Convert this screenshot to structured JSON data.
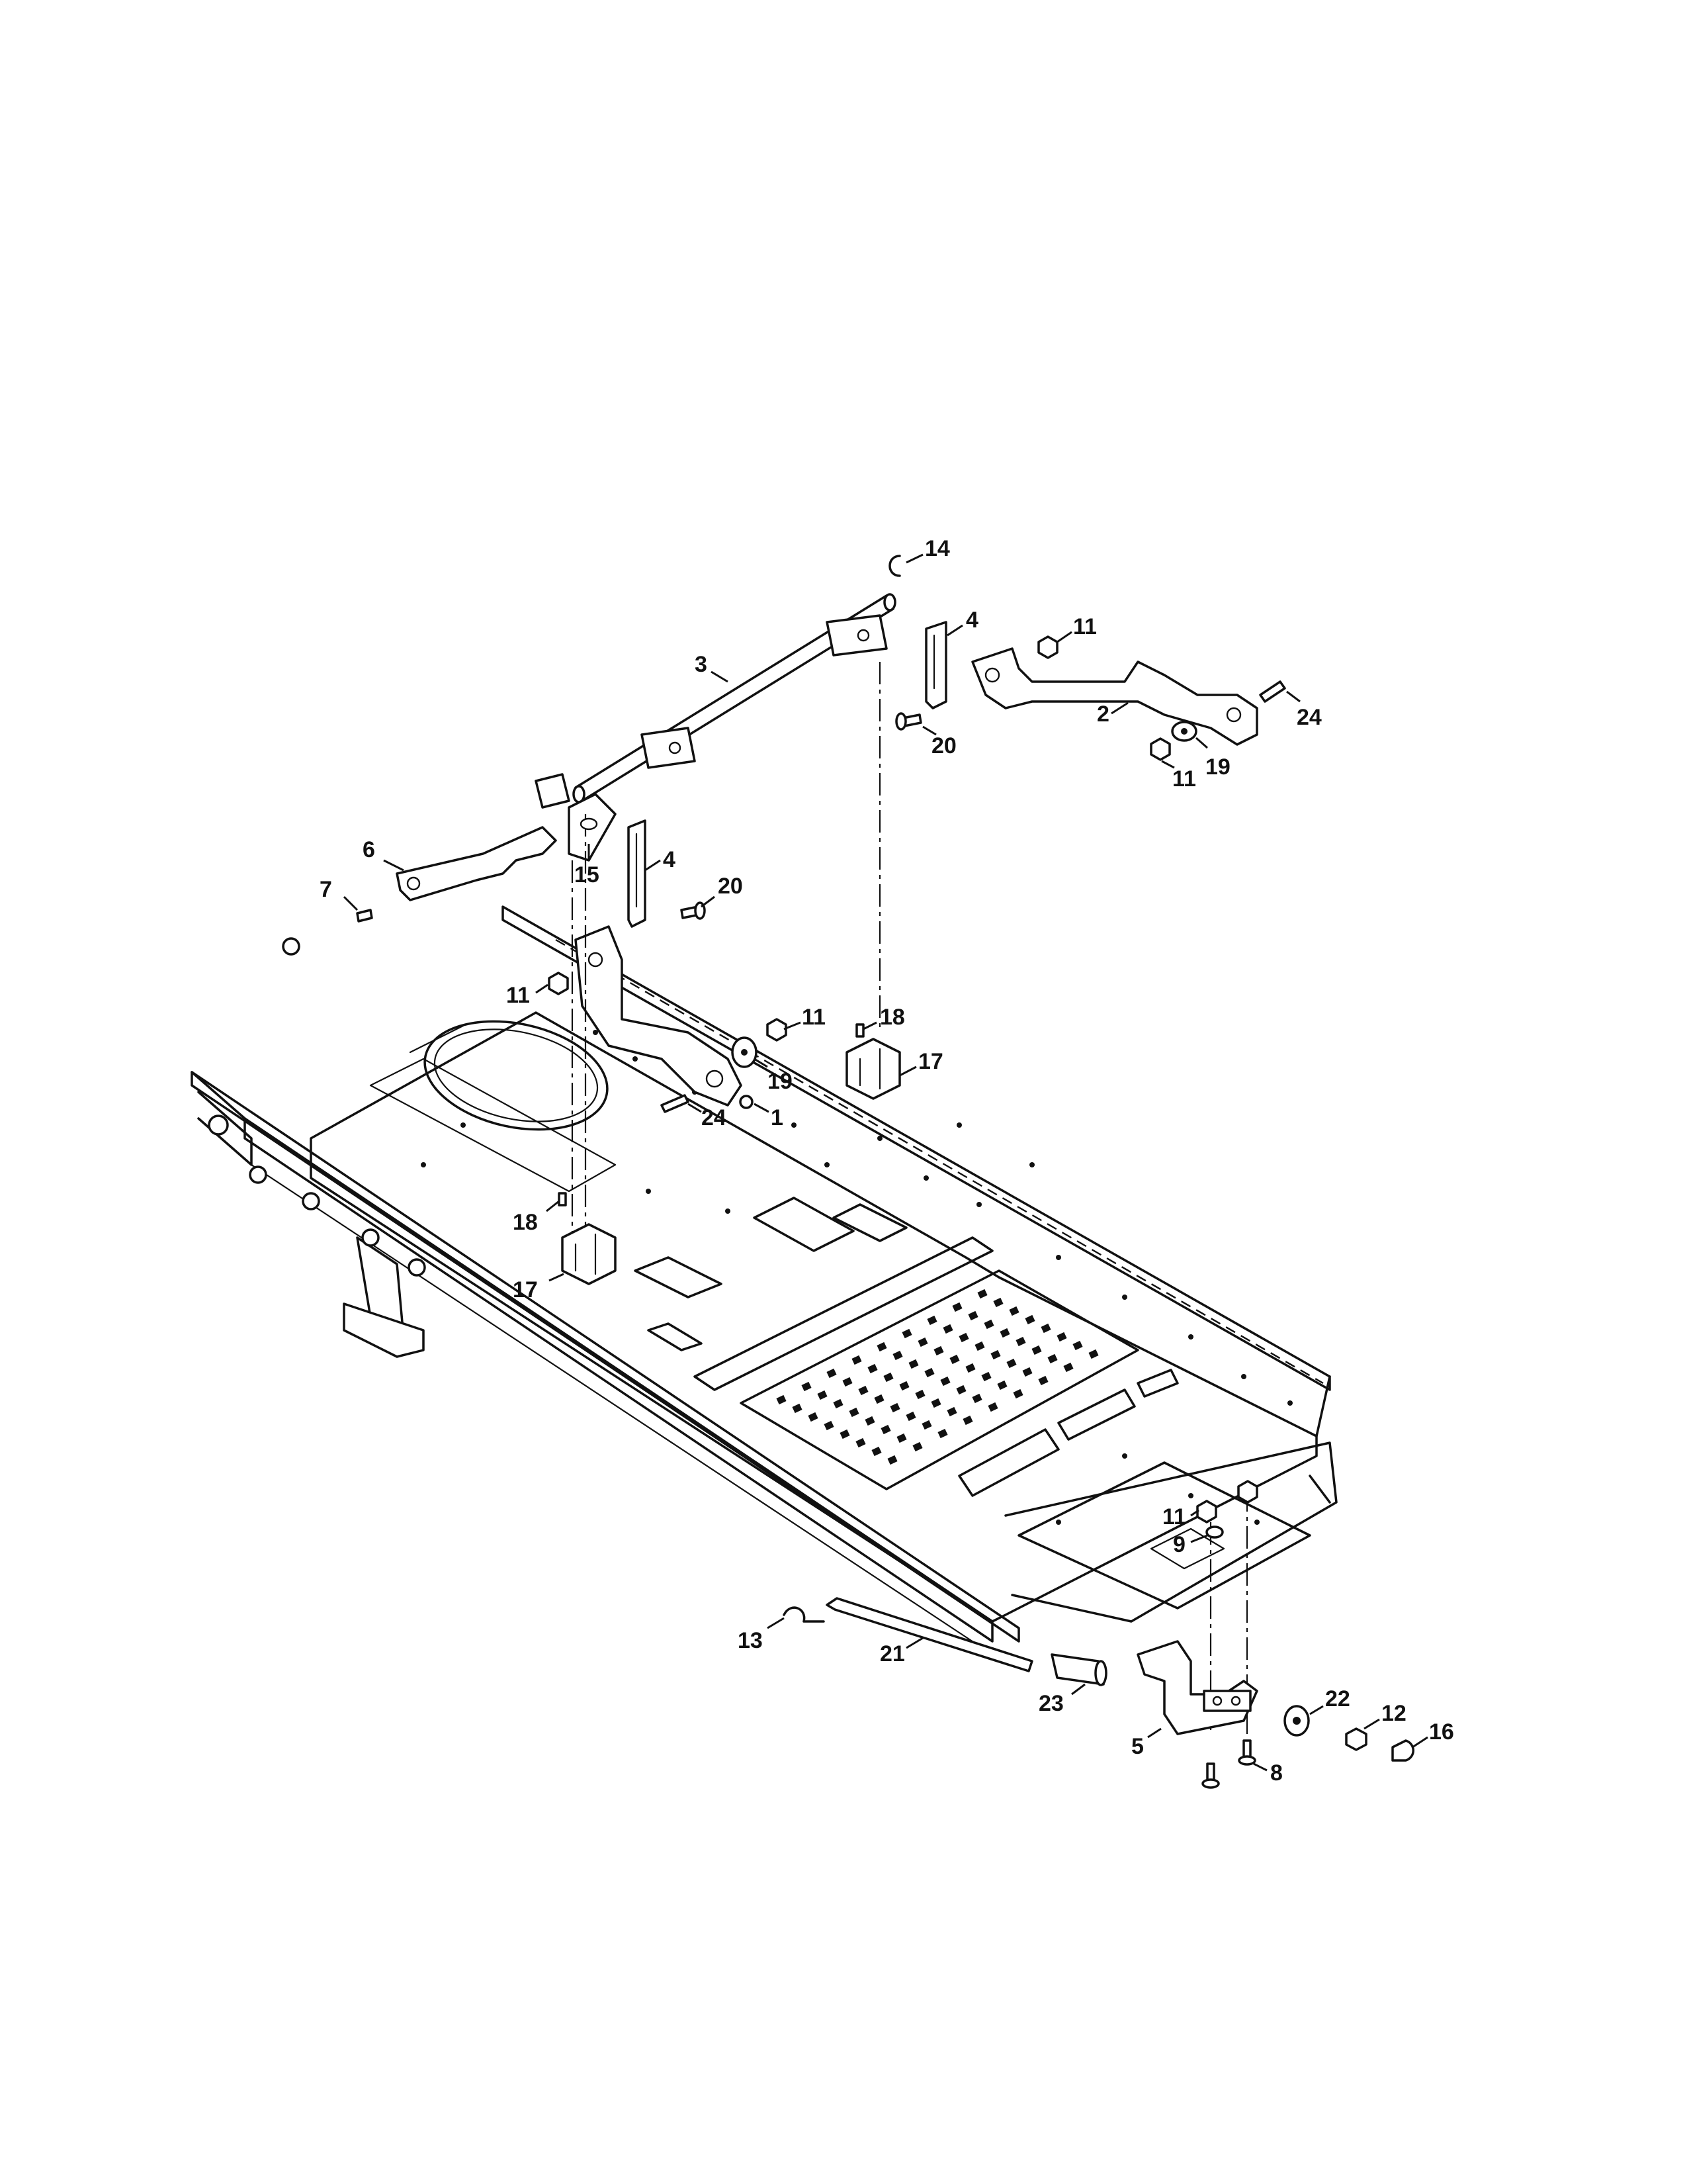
{
  "diagram": {
    "callouts": [
      {
        "id": "c14",
        "label": "14"
      },
      {
        "id": "c4a",
        "label": "4"
      },
      {
        "id": "c11a",
        "label": "11"
      },
      {
        "id": "c3",
        "label": "3"
      },
      {
        "id": "c2",
        "label": "2"
      },
      {
        "id": "c24a",
        "label": "24"
      },
      {
        "id": "c20a",
        "label": "20"
      },
      {
        "id": "c11b",
        "label": "11"
      },
      {
        "id": "c19a",
        "label": "19"
      },
      {
        "id": "c6",
        "label": "6"
      },
      {
        "id": "c15",
        "label": "15"
      },
      {
        "id": "c4b",
        "label": "4"
      },
      {
        "id": "c20b",
        "label": "20"
      },
      {
        "id": "c7",
        "label": "7"
      },
      {
        "id": "c11c",
        "label": "11"
      },
      {
        "id": "c11d",
        "label": "11"
      },
      {
        "id": "c18a",
        "label": "18"
      },
      {
        "id": "c19b",
        "label": "19"
      },
      {
        "id": "c17a",
        "label": "17"
      },
      {
        "id": "c24b",
        "label": "24"
      },
      {
        "id": "c1",
        "label": "1"
      },
      {
        "id": "c18b",
        "label": "18"
      },
      {
        "id": "c17b",
        "label": "17"
      },
      {
        "id": "c11e",
        "label": "11"
      },
      {
        "id": "c9",
        "label": "9"
      },
      {
        "id": "c13",
        "label": "13"
      },
      {
        "id": "c21",
        "label": "21"
      },
      {
        "id": "c22",
        "label": "22"
      },
      {
        "id": "c12",
        "label": "12"
      },
      {
        "id": "c16",
        "label": "16"
      },
      {
        "id": "c23",
        "label": "23"
      },
      {
        "id": "c5",
        "label": "5"
      },
      {
        "id": "c8",
        "label": "8"
      }
    ]
  }
}
